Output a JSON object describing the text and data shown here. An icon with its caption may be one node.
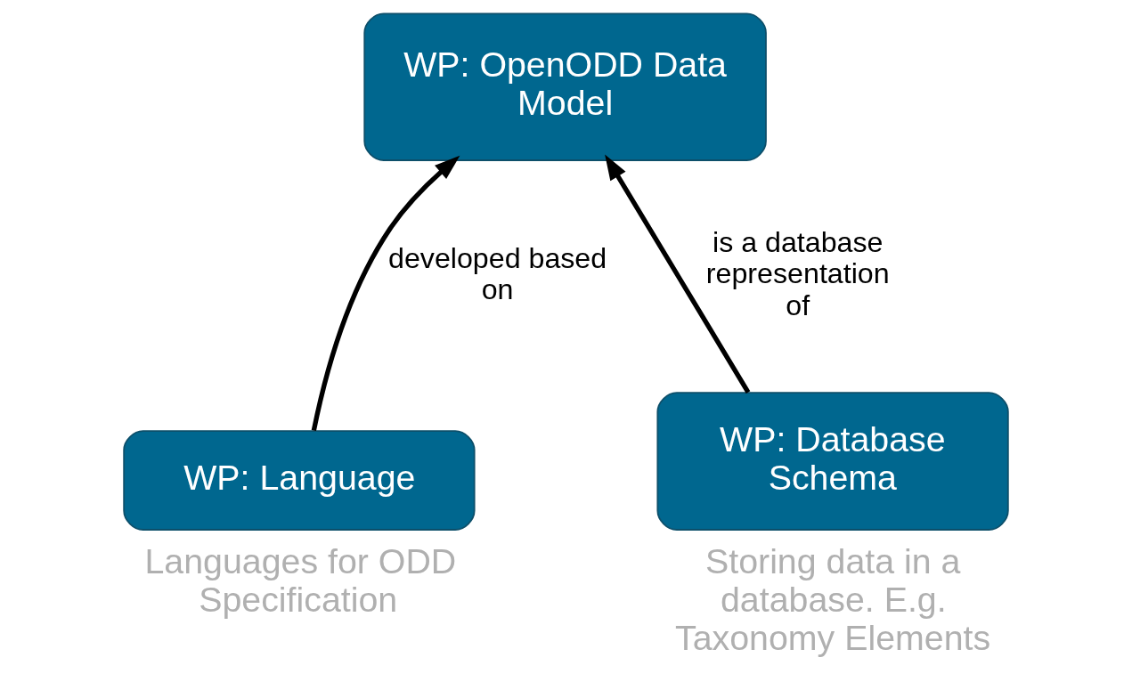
{
  "diagram": {
    "nodes": [
      {
        "text": [
          "WP: OpenODD Data Model"
        ]
      },
      {
        "text": [
          "WP: Language"
        ],
        "beside": [
          "Languages for ODD Specification"
        ]
      },
      {
        "text": [
          "WP: Database Schema"
        ],
        "beside": [
          "Storing data in a database. E.g. Taxonomy Elements"
        ]
      }
    ],
    "edges": [
      {
        "from": 1,
        "to": 0,
        "arrow": "to",
        "label": "developed based on"
      },
      {
        "from": 2,
        "to": 0,
        "arrow": "to",
        "label": "is a database representation of"
      }
    ]
  }
}
